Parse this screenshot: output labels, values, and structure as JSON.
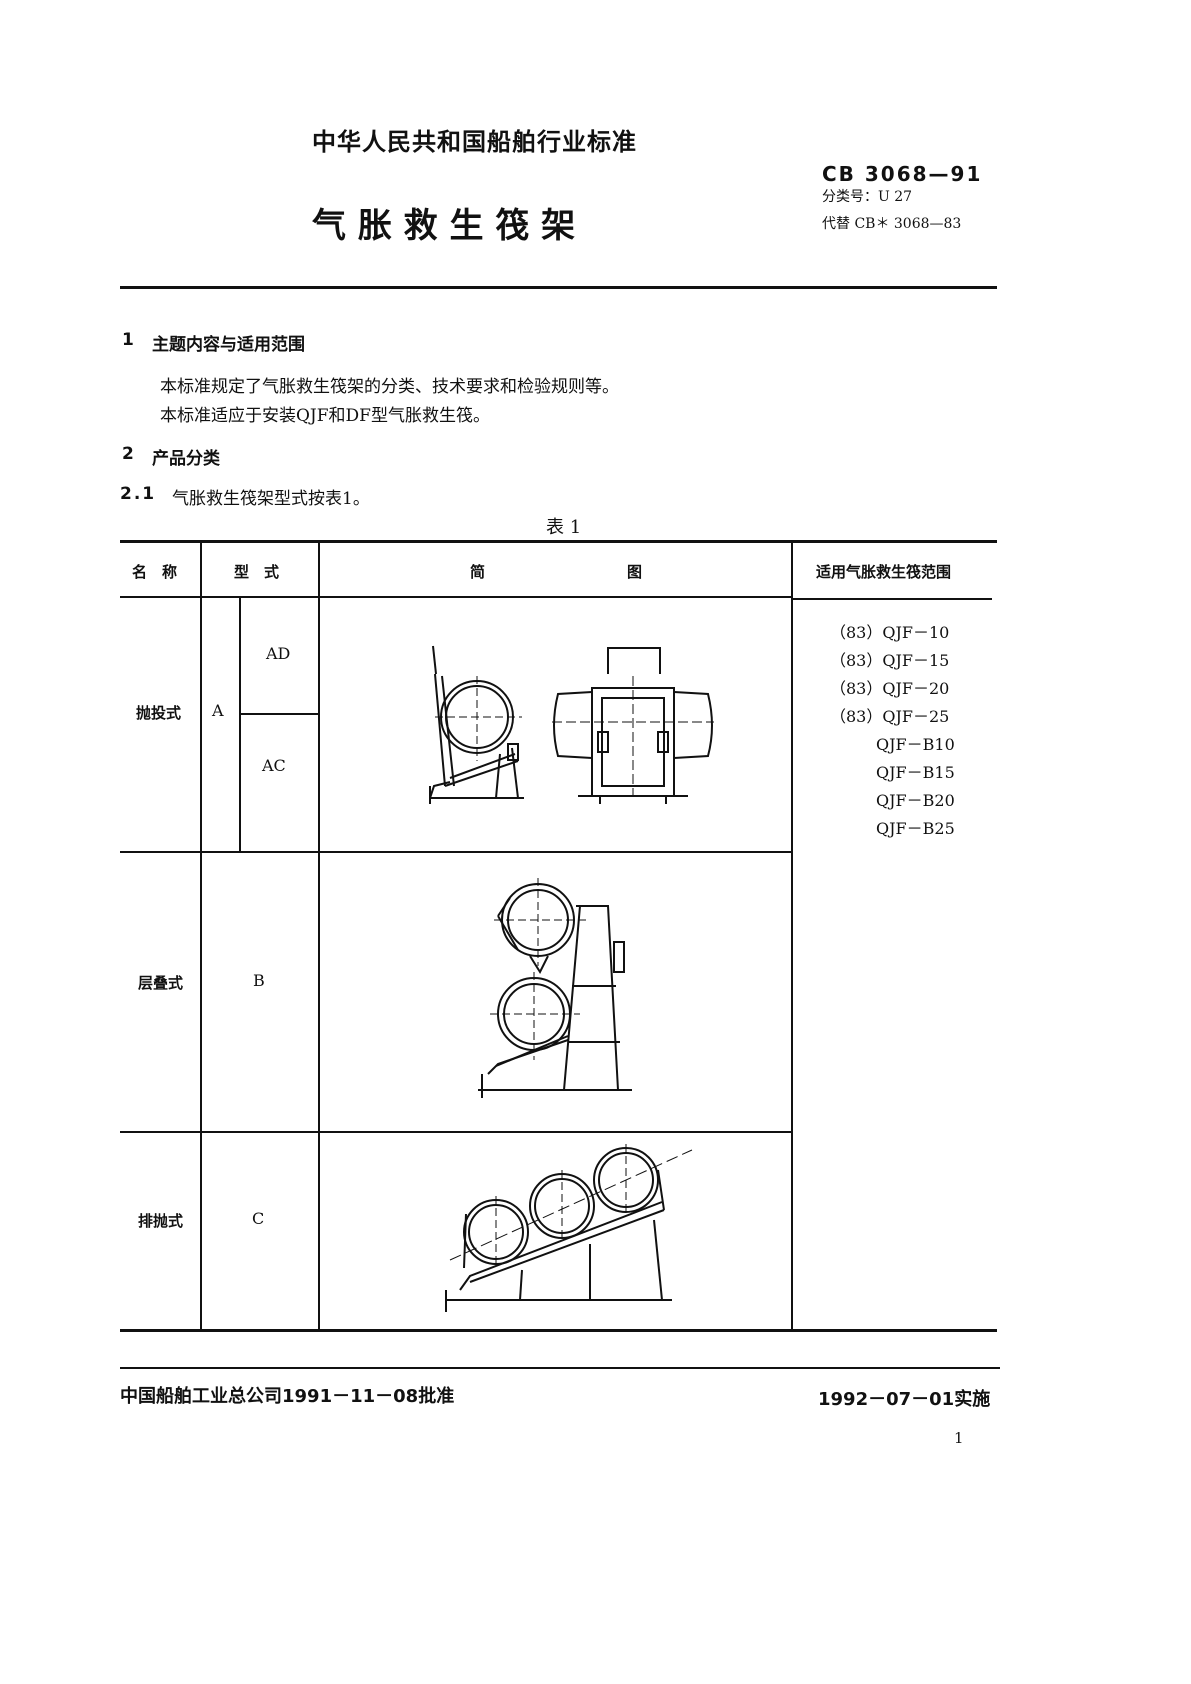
{
  "header": {
    "org_title": "中华人民共和国船舶行业标准",
    "doc_title": "气 胀 救 生 筏 架",
    "std_code": "CB 3068—91",
    "classification": "分类号：U 27",
    "replaces": "代替 CB＊ 3068—83"
  },
  "sections": {
    "s1_num": "1",
    "s1_title": "主题内容与适用范围",
    "s1_p1": "本标准规定了气胀救生筏架的分类、技术要求和检验规则等。",
    "s1_p2": "本标准适应于安装QJF和DF型气胀救生筏。",
    "s2_num": "2",
    "s2_title": "产品分类",
    "s21_num": "2.1",
    "s21_text": "气胀救生筏架型式按表1。"
  },
  "table": {
    "caption": "表 1",
    "headers": {
      "name": "名　称",
      "type": "型　式",
      "diagram_a": "简",
      "diagram_b": "图",
      "range": "适用气胀救生筏范围"
    },
    "rows": [
      {
        "name": "抛投式",
        "type": "A",
        "subtypes": [
          "AD",
          "AC"
        ]
      },
      {
        "name": "层叠式",
        "type": "B"
      },
      {
        "name": "排抛式",
        "type": "C"
      }
    ],
    "range_items": [
      "（83）QJF－10",
      "（83）QJF－15",
      "（83）QJF－20",
      "（83）QJF－25",
      "QJF－B10",
      "QJF－B15",
      "QJF－B20",
      "QJF－B25"
    ]
  },
  "footer": {
    "approval": "中国船舶工业总公司1991－11－08批准",
    "effective": "1992－07－01实施",
    "page_number": "1"
  }
}
